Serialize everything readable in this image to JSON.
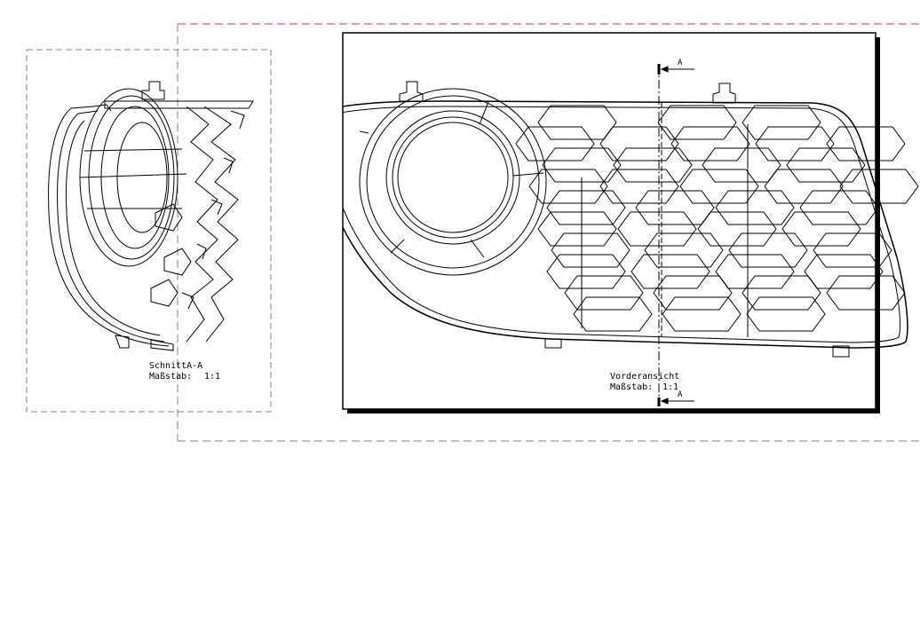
{
  "section_view": {
    "title": "SchnittA-A",
    "scale_label": "Maßstab:",
    "scale_value": "1:1"
  },
  "front_view": {
    "title": "Vorderansicht",
    "scale_label": "Maßstab:",
    "scale_value": "1:1"
  },
  "section_marker": {
    "top_label": "A",
    "bottom_label": "A"
  },
  "colors": {
    "line": "#000000",
    "outer_frame_dash": "#e03030",
    "view_frame_dash": "#808080",
    "background": "#ffffff"
  }
}
